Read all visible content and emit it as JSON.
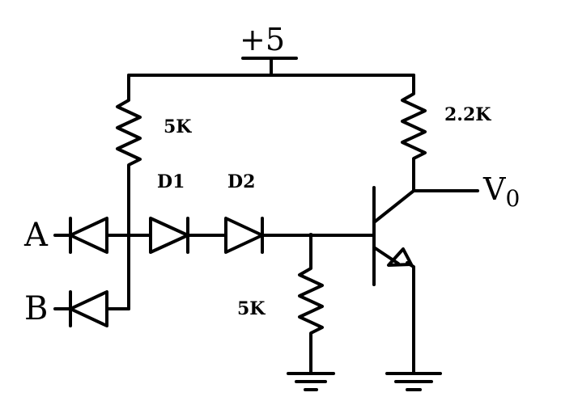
{
  "diagram": {
    "labels": {
      "supply": "+5",
      "r_input": "5K",
      "r_collector": "2.2K",
      "r_base": "5K",
      "diode1": "D1",
      "diode2": "D2",
      "input_a": "A",
      "input_b": "B",
      "output_main": "V",
      "output_sub": "0"
    },
    "colors": {
      "stroke": "#000000",
      "background": "#ffffff"
    },
    "components": [
      {
        "type": "resistor",
        "label": "5K"
      },
      {
        "type": "resistor",
        "label": "2.2K"
      },
      {
        "type": "resistor",
        "label": "5K"
      },
      {
        "type": "diode",
        "label": "D1"
      },
      {
        "type": "diode",
        "label": "D2"
      },
      {
        "type": "diode",
        "label": ""
      },
      {
        "type": "diode",
        "label": ""
      },
      {
        "type": "npn-transistor",
        "label": ""
      },
      {
        "type": "ground",
        "label": ""
      },
      {
        "type": "ground",
        "label": ""
      }
    ]
  }
}
